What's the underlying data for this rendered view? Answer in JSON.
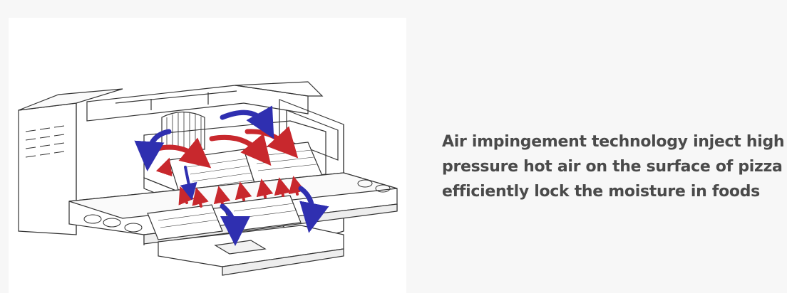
{
  "caption": {
    "lines": [
      "Air impingement technology inject high",
      "pressure hot air on the surface of pizza",
      "efficiently lock the moisture in foods"
    ]
  },
  "colors": {
    "background": "#f7f7f7",
    "figure_background": "#ffffff",
    "caption_text": "#4a4a4a",
    "line_art": "#333333",
    "hot_air_arrow": "#c8282d",
    "return_air_arrow": "#2f2fb0"
  },
  "figure": {
    "subject": "conveyor pizza oven line drawing with air flow arrows"
  }
}
